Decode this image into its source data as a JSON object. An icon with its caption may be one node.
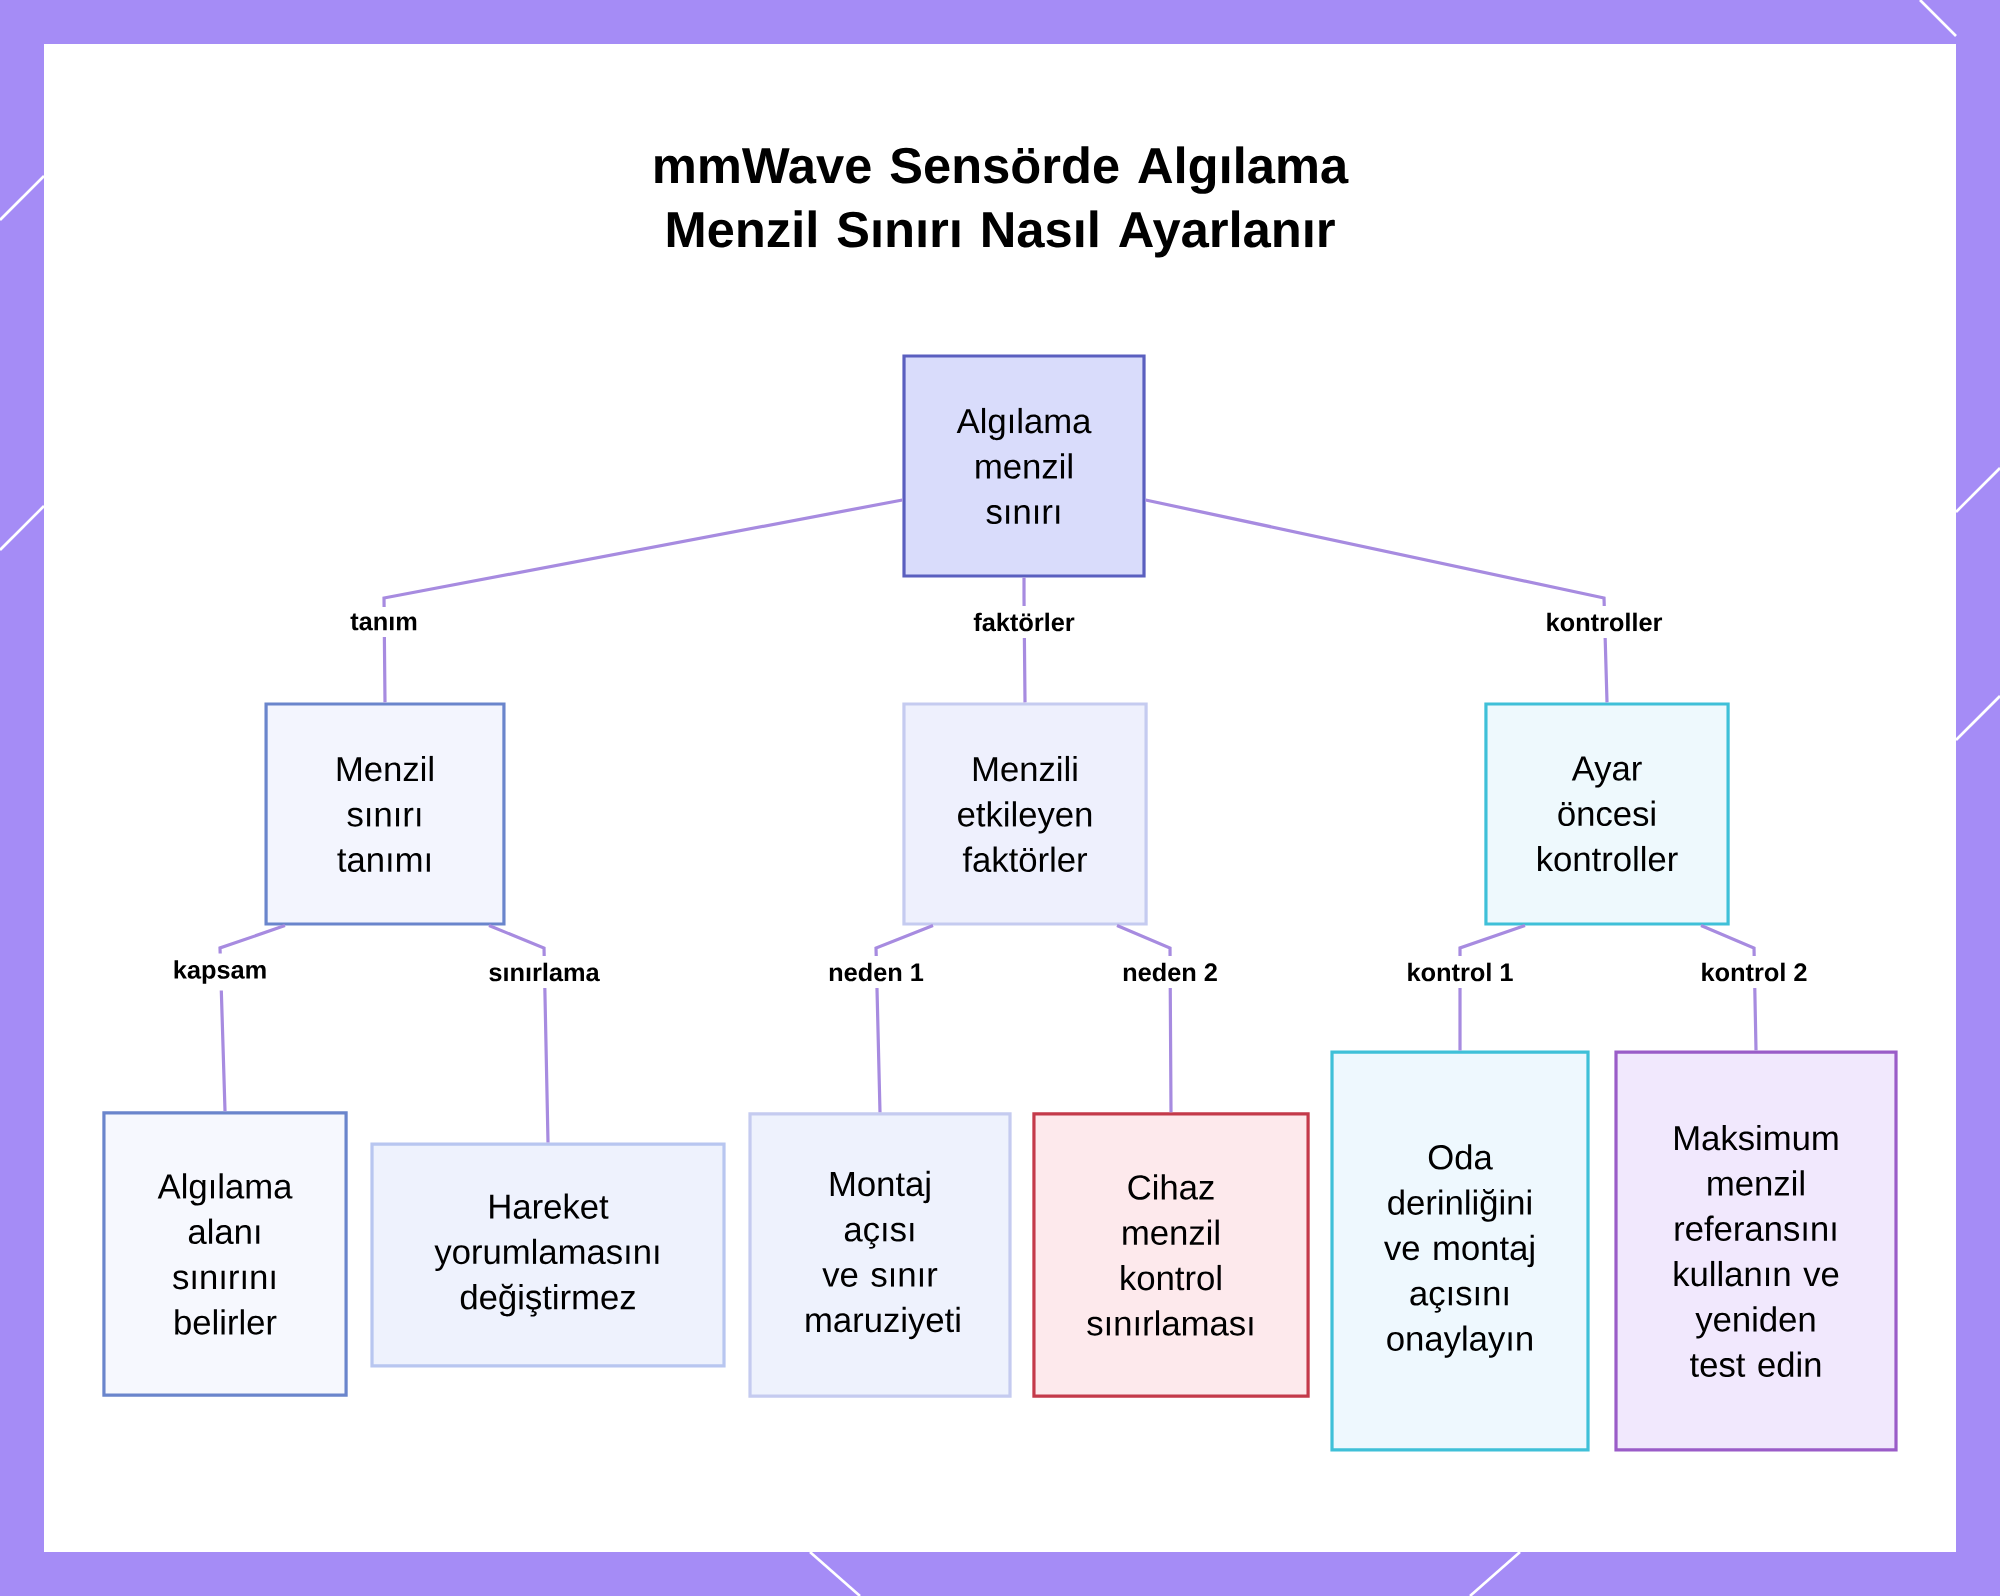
{
  "diagram": {
    "title": "mmWave Sensörde Algılama Menzil Sınırı Nasıl Ayarlanır",
    "nodes": [
      {
        "text": [
          "Algılama menzil sınırı"
        ]
      },
      {
        "text": [
          "Menzil sınırı tanımı"
        ]
      },
      {
        "text": [
          "Menzili etkileyen faktörler"
        ]
      },
      {
        "text": [
          "Ayar öncesi kontroller"
        ]
      },
      {
        "text": [
          "Algılama alanı sınırını belirler"
        ]
      },
      {
        "text": [
          "Hareket yorumlamasını değiştirmez"
        ]
      },
      {
        "text": [
          "Montaj açısı ve sınır maruziyeti"
        ]
      },
      {
        "text": [
          "Cihaz menzil kontrol sınırlaması"
        ]
      },
      {
        "text": [
          "Oda derinliğini ve montaj açısını onaylayın"
        ]
      },
      {
        "text": [
          "Maksimum menzil referansını kullanın ve yeniden test edin"
        ]
      }
    ],
    "edges": [
      {
        "from": 0,
        "to": 1,
        "arrow": "none",
        "label": "tanım"
      },
      {
        "from": 0,
        "to": 2,
        "arrow": "none",
        "label": "faktörler"
      },
      {
        "from": 0,
        "to": 3,
        "arrow": "none",
        "label": "kontroller"
      },
      {
        "from": 1,
        "to": 4,
        "arrow": "none",
        "label": "kapsam"
      },
      {
        "from": 1,
        "to": 5,
        "arrow": "none",
        "label": "sınırlama"
      },
      {
        "from": 2,
        "to": 6,
        "arrow": "none",
        "label": "neden 1"
      },
      {
        "from": 2,
        "to": 7,
        "arrow": "none",
        "label": "neden 2"
      },
      {
        "from": 3,
        "to": 8,
        "arrow": "none",
        "label": "kontrol 1"
      },
      {
        "from": 3,
        "to": 9,
        "arrow": "none",
        "label": "kontrol 2"
      }
    ]
  }
}
